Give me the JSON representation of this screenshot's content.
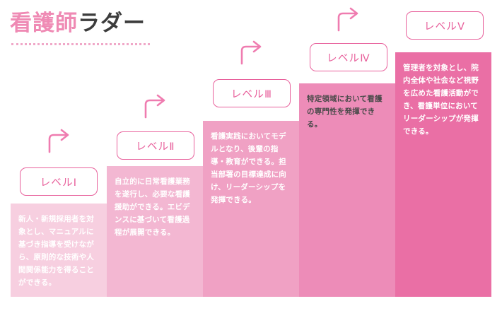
{
  "page": {
    "title_accent": "看護師",
    "title_rest": "ラダー",
    "background_color": "#ffffff",
    "accent_color": "#ef8ab4",
    "badge_border_color": "#e8619c",
    "arrow_color": "#ef7cb0"
  },
  "ladder": {
    "levels": [
      {
        "badge": "レベルⅠ",
        "body": "新人・新規採用者を対象とし、マニュアルに基づき指導を受けながら、原則的な技術や人間関係能力を得ることができる。",
        "block_color": "#f7cfe0",
        "text_color": "#ffffff"
      },
      {
        "badge": "レベルⅡ",
        "body": "自立的に日常看護業務を遂行し、必要な看護援助ができる。エビデンスに基づいて看護過程が展開できる。",
        "block_color": "#f3b7d2",
        "text_color": "#ffffff"
      },
      {
        "badge": "レベルⅢ",
        "body": "看護実践においてモデルとなり、後輩の指導・教育ができる。担当部署の目標達成に向け、リーダーシップを発揮できる。",
        "block_color": "#f0a1c4",
        "text_color": "#ffffff"
      },
      {
        "badge": "レベルⅣ",
        "body": "特定領域において看護の専門性を発揮できる。",
        "block_color": "#ed8cb8",
        "text_color": "#4a4a4a"
      },
      {
        "badge": "レベルⅤ",
        "body": "管理者を対象とし、院内全体や社会など視野を広めた看護活動ができ、看護単位においてリーダーシップが発揮できる。",
        "block_color": "#ea6fa5",
        "text_color": "#ffffff"
      }
    ],
    "arrows": [
      {
        "name": "arrow-level1-to-level2"
      },
      {
        "name": "arrow-level2-to-level3"
      },
      {
        "name": "arrow-level3-to-level4"
      },
      {
        "name": "arrow-level4-to-level5"
      }
    ]
  }
}
